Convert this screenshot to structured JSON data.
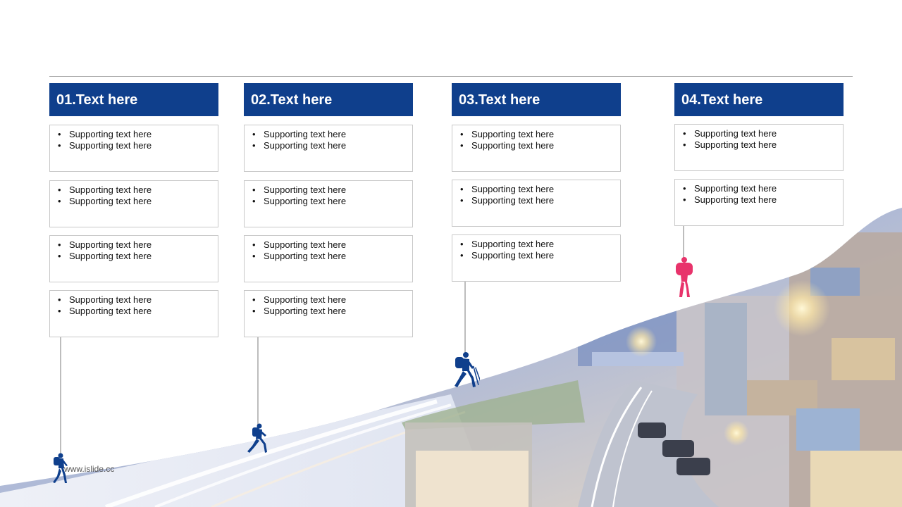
{
  "columns": [
    {
      "title": "01.Text here",
      "boxes": [
        [
          "Supporting text here",
          "Supporting text here"
        ],
        [
          "Supporting text here",
          "Supporting text here"
        ],
        [
          "Supporting text here",
          "Supporting text here"
        ],
        [
          "Supporting text here",
          "Supporting text here"
        ]
      ]
    },
    {
      "title": "02.Text here",
      "boxes": [
        [
          "Supporting text here",
          "Supporting text here"
        ],
        [
          "Supporting text here",
          "Supporting text here"
        ],
        [
          "Supporting text here",
          "Supporting text here"
        ],
        [
          "Supporting text here",
          "Supporting text here"
        ]
      ]
    },
    {
      "title": "03.Text here",
      "boxes": [
        [
          "Supporting text here",
          "Supporting text here"
        ],
        [
          "Supporting text here",
          "Supporting text here"
        ],
        [
          "Supporting text here",
          "Supporting text here"
        ]
      ]
    },
    {
      "title": "04.Text here",
      "boxes": [
        [
          "Supporting text here",
          "Supporting text here"
        ],
        [
          "Supporting text here",
          "Supporting text here"
        ]
      ]
    }
  ],
  "watermark": "www.islide.cc",
  "colors": {
    "header": "#0f3f8c",
    "hiker": "#0f3f8c",
    "hiker_accent": "#e8336b"
  },
  "icons": {
    "hiker": "hiker-icon"
  }
}
